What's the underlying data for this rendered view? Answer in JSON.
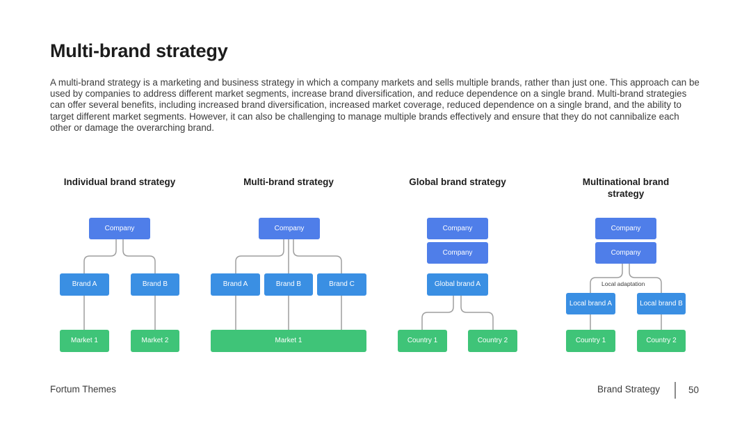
{
  "slide": {
    "title": "Multi-brand strategy",
    "description": "A multi-brand strategy is a marketing and business strategy in which a company markets and sells multiple brands, rather than just one. This approach can be used by companies to address different market segments, increase brand diversification, and reduce dependence on a single brand. Multi-brand strategies can offer several benefits, including increased brand diversification, increased market coverage, reduced dependence on a single brand, and the ability to target different market segments. However, it can also be challenging to manage multiple brands effectively and ensure that they do not cannibalize each other or damage the overarching brand."
  },
  "colors": {
    "company": "#4f7ee9",
    "brand": "#3a8fe3",
    "market": "#3fc478",
    "connector": "#9e9e9e"
  },
  "diagrams": {
    "individual": {
      "title": "Individual brand strategy",
      "company": "Company",
      "brand_a": "Brand A",
      "brand_b": "Brand B",
      "market_1": "Market 1",
      "market_2": "Market 2"
    },
    "multi": {
      "title": "Multi-brand strategy",
      "company": "Company",
      "brand_a": "Brand A",
      "brand_b": "Brand B",
      "brand_c": "Brand C",
      "market_1": "Market 1"
    },
    "global": {
      "title": "Global brand strategy",
      "company_1": "Company",
      "company_2": "Company",
      "brand": "Global brand A",
      "country_1": "Country 1",
      "country_2": "Country 2"
    },
    "multinational": {
      "title": "Multinational brand strategy",
      "company_1": "Company",
      "company_2": "Company",
      "note": "Local adaptation",
      "local_a": "Local brand A",
      "local_b": "Local brand B",
      "country_1": "Country 1",
      "country_2": "Country 2"
    }
  },
  "footer": {
    "left": "Fortum Themes",
    "right": "Brand Strategy",
    "page": "50"
  }
}
